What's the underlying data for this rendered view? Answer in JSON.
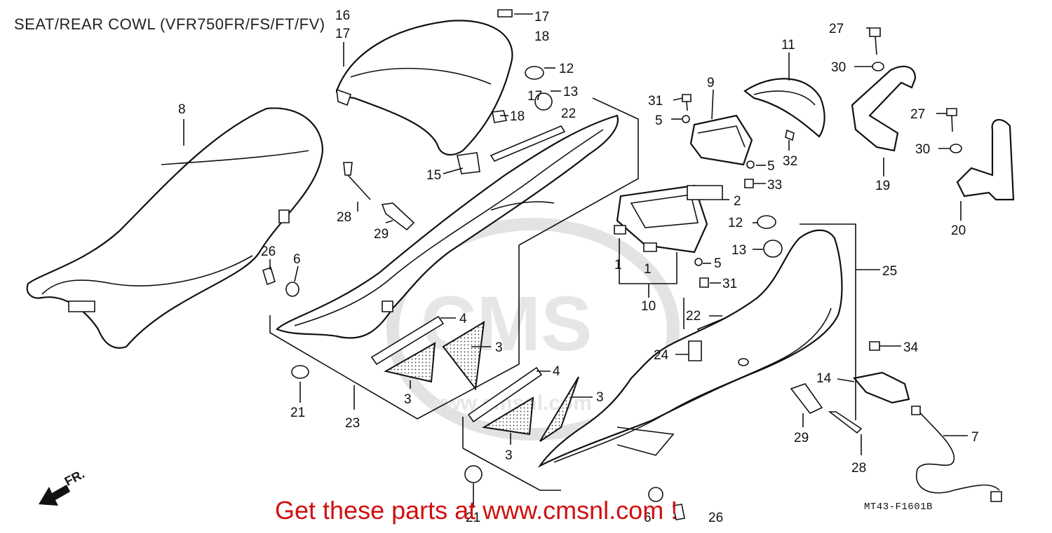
{
  "diagram": {
    "title": "SEAT/REAR COWL (VFR750FR/FS/FT/FV)",
    "diagram_code": "MT43-F1601B",
    "direction_label": "FR.",
    "banner": "Get these parts at www.cmsnl.com !",
    "watermark": "CMS www.cmsnl.com",
    "callouts": [
      {
        "id": "c1",
        "label": "1"
      },
      {
        "id": "c1b",
        "label": "1"
      },
      {
        "id": "c2",
        "label": "2"
      },
      {
        "id": "c3a",
        "label": "3"
      },
      {
        "id": "c3b",
        "label": "3"
      },
      {
        "id": "c3c",
        "label": "3"
      },
      {
        "id": "c3d",
        "label": "3"
      },
      {
        "id": "c4a",
        "label": "4"
      },
      {
        "id": "c4b",
        "label": "4"
      },
      {
        "id": "c5a",
        "label": "5"
      },
      {
        "id": "c5b",
        "label": "5"
      },
      {
        "id": "c5c",
        "label": "5"
      },
      {
        "id": "c6a",
        "label": "6"
      },
      {
        "id": "c6b",
        "label": "6"
      },
      {
        "id": "c7",
        "label": "7"
      },
      {
        "id": "c8",
        "label": "8"
      },
      {
        "id": "c9",
        "label": "9"
      },
      {
        "id": "c10",
        "label": "10"
      },
      {
        "id": "c11",
        "label": "11"
      },
      {
        "id": "c12a",
        "label": "12"
      },
      {
        "id": "c12b",
        "label": "12"
      },
      {
        "id": "c13a",
        "label": "13"
      },
      {
        "id": "c13b",
        "label": "13"
      },
      {
        "id": "c14",
        "label": "14"
      },
      {
        "id": "c15",
        "label": "15"
      },
      {
        "id": "c16",
        "label": "16"
      },
      {
        "id": "c17a",
        "label": "17"
      },
      {
        "id": "c17b",
        "label": "17"
      },
      {
        "id": "c17c",
        "label": "17"
      },
      {
        "id": "c18a",
        "label": "18"
      },
      {
        "id": "c18b",
        "label": "18"
      },
      {
        "id": "c19",
        "label": "19"
      },
      {
        "id": "c20",
        "label": "20"
      },
      {
        "id": "c21a",
        "label": "21"
      },
      {
        "id": "c21b",
        "label": "21"
      },
      {
        "id": "c22a",
        "label": "22"
      },
      {
        "id": "c22b",
        "label": "22"
      },
      {
        "id": "c23",
        "label": "23"
      },
      {
        "id": "c24",
        "label": "24"
      },
      {
        "id": "c25",
        "label": "25"
      },
      {
        "id": "c26a",
        "label": "26"
      },
      {
        "id": "c26b",
        "label": "26"
      },
      {
        "id": "c27a",
        "label": "27"
      },
      {
        "id": "c27b",
        "label": "27"
      },
      {
        "id": "c28a",
        "label": "28"
      },
      {
        "id": "c28b",
        "label": "28"
      },
      {
        "id": "c29a",
        "label": "29"
      },
      {
        "id": "c29b",
        "label": "29"
      },
      {
        "id": "c30a",
        "label": "30"
      },
      {
        "id": "c30b",
        "label": "30"
      },
      {
        "id": "c31a",
        "label": "31"
      },
      {
        "id": "c31b",
        "label": "31"
      },
      {
        "id": "c32",
        "label": "32"
      },
      {
        "id": "c33",
        "label": "33"
      },
      {
        "id": "c34",
        "label": "34"
      }
    ]
  }
}
